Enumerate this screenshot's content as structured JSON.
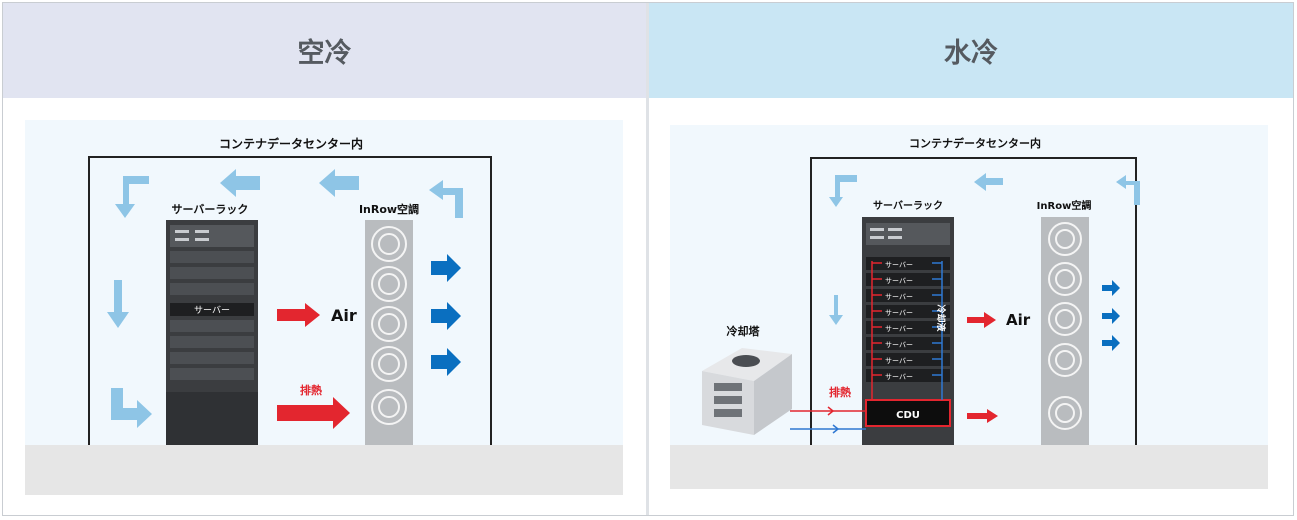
{
  "columns": [
    {
      "heading": "空冷"
    },
    {
      "heading": "水冷"
    }
  ],
  "air": {
    "title": "コンテナデータセンター内",
    "rack_label": "サーバーラック",
    "server_label": "サーバー",
    "ac_label": "InRow空調",
    "air_label": "Air",
    "exhaust_label": "排熱"
  },
  "water": {
    "title": "コンテナデータセンター内",
    "rack_label": "サーバーラック",
    "server_label": "サーバー",
    "ac_label": "InRow空調",
    "air_label": "Air",
    "exhaust_label": "排熱",
    "coolant_label": "冷却液",
    "tower_label": "冷却塔",
    "cdu_label": "CDU"
  },
  "colors": {
    "light_blue_flow": "#8ec5e6",
    "dark_blue_flow": "#0a6fc0",
    "red_heat": "#e3262f",
    "rack": "#3b3d40",
    "ac_unit": "#b9bcbf"
  }
}
